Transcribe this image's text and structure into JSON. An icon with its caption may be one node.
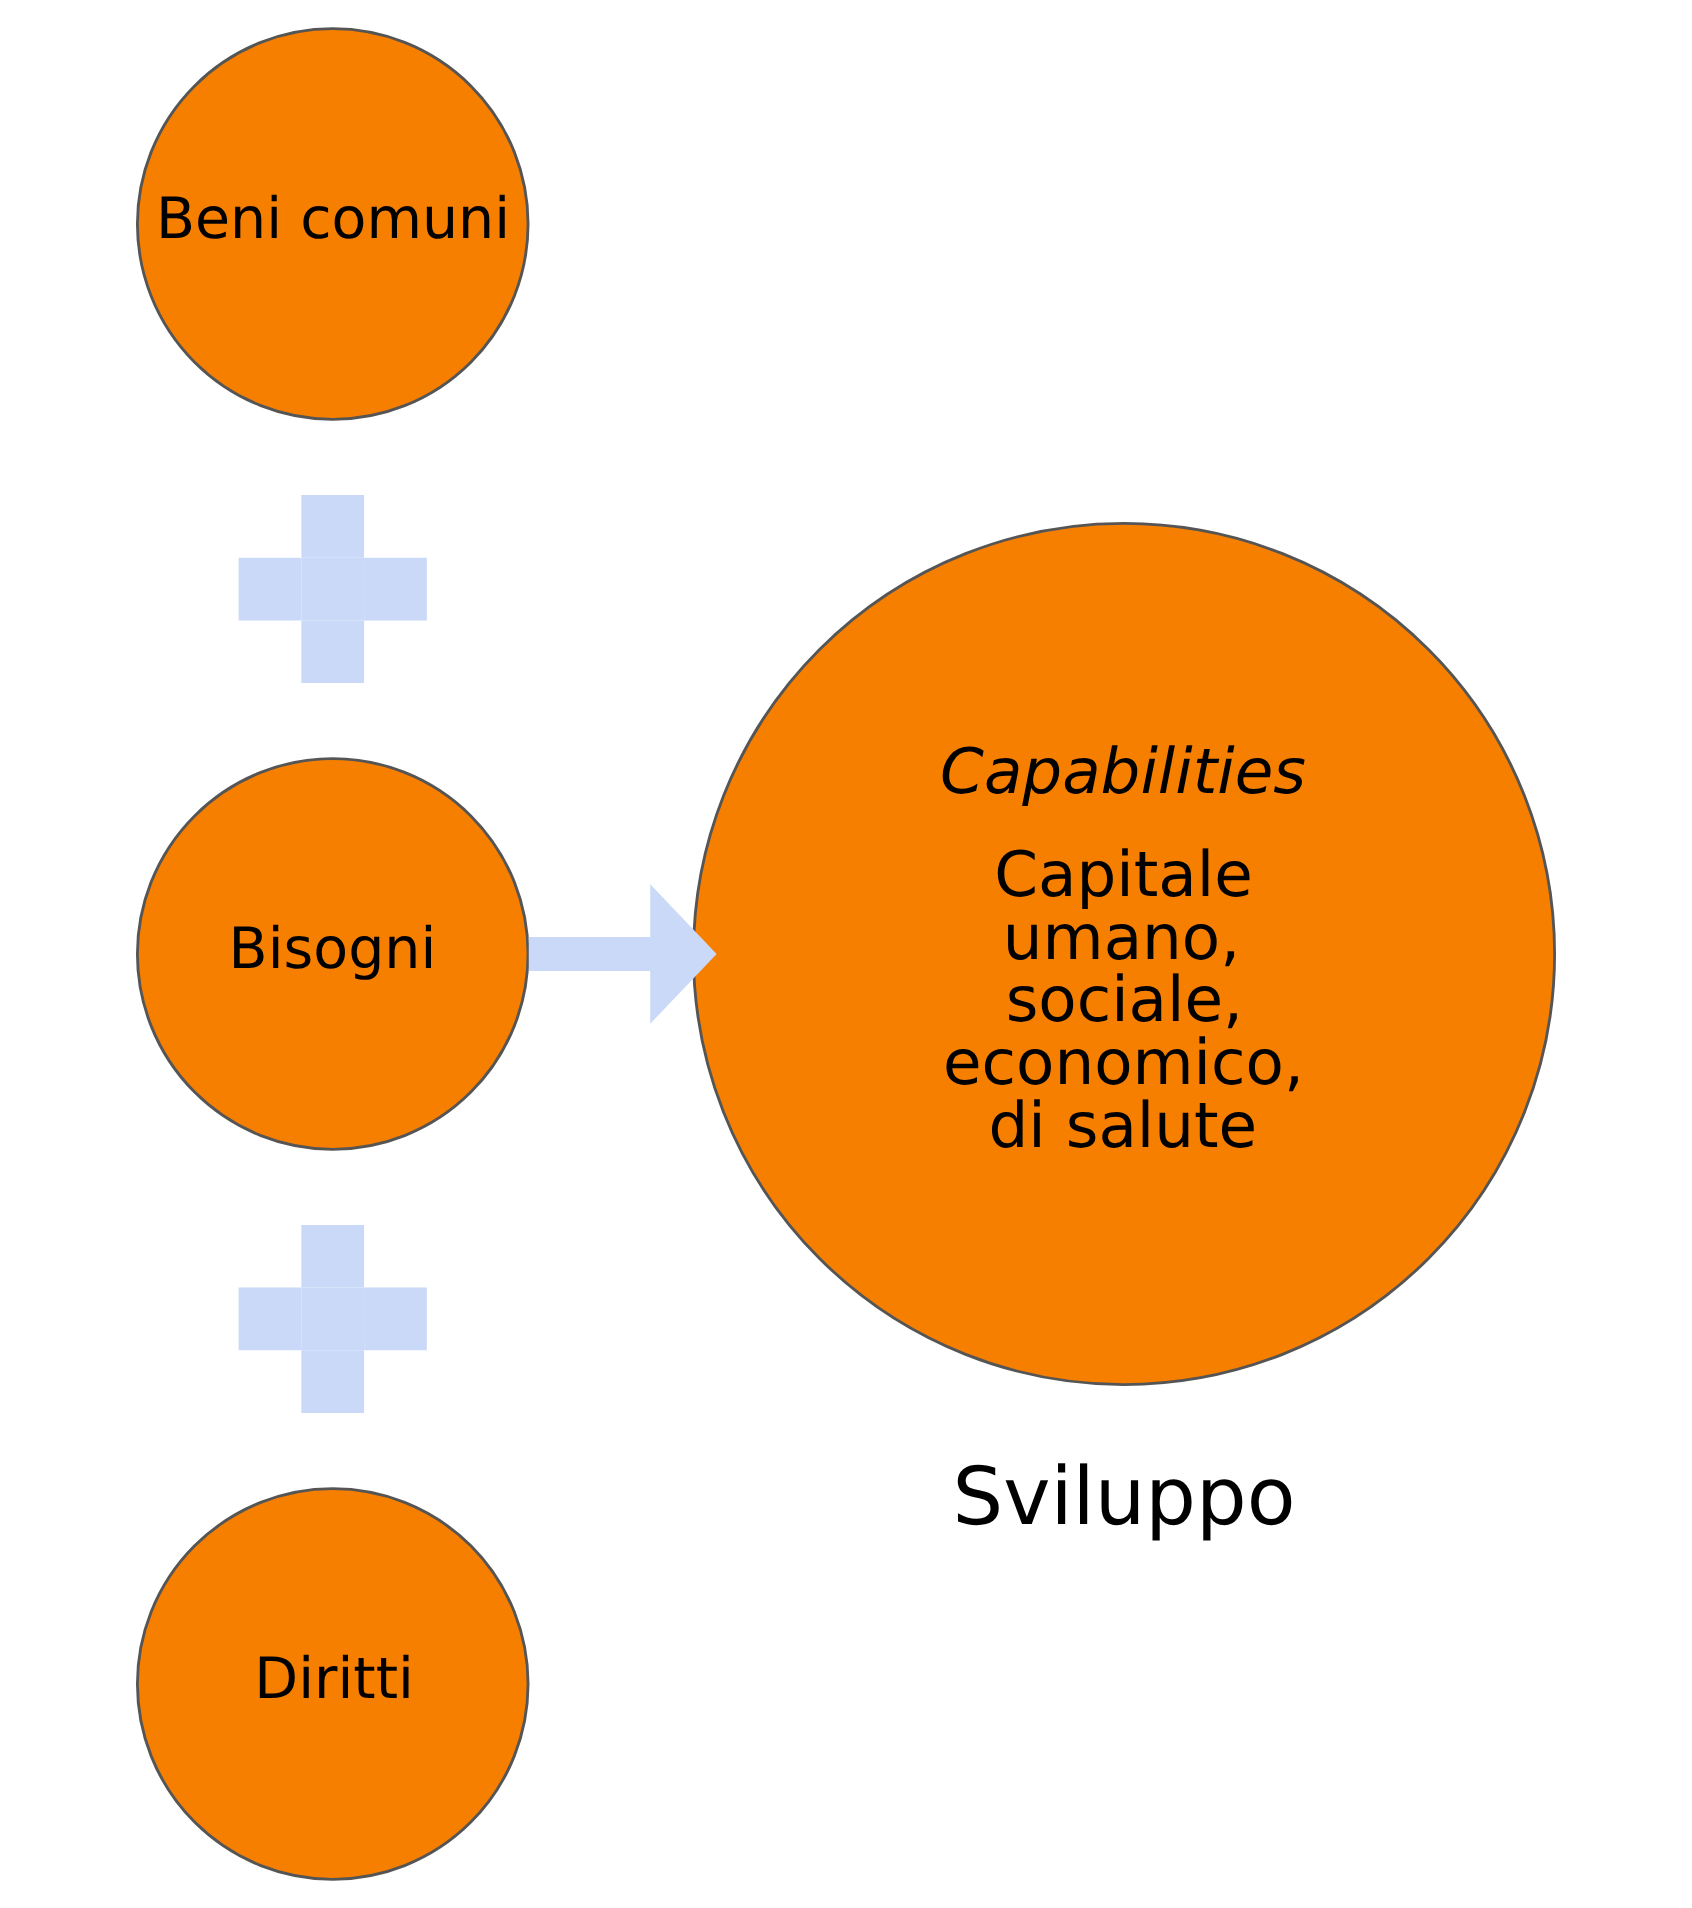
{
  "diagram": {
    "nodes": [
      {
        "text": [
          "Beni comuni"
        ]
      },
      {
        "text": [],
        "shape": "plus"
      },
      {
        "text": [
          "Bisogni"
        ]
      },
      {
        "text": [],
        "shape": "plus"
      },
      {
        "text": [
          "Diritti"
        ]
      },
      {
        "text": [
          "Capabilities",
          "Capitale umano, sociale, economico, di salute"
        ],
        "beside": [
          "Sviluppo"
        ]
      }
    ],
    "edges": [
      {
        "from": 2,
        "to": 5,
        "arrow": "to"
      }
    ]
  }
}
